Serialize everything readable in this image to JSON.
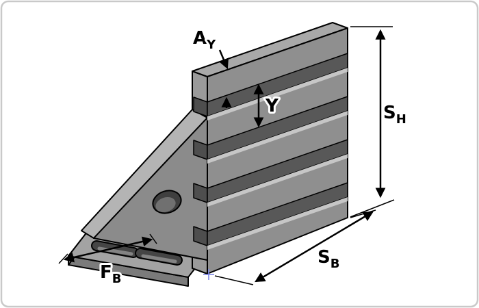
{
  "labels": {
    "ay": {
      "main": "A",
      "sub": "Y"
    },
    "y": {
      "main": "Y"
    },
    "sh": {
      "main": "S",
      "sub": "H"
    },
    "sb": {
      "main": "S",
      "sub": "B"
    },
    "fb": {
      "main": "F",
      "sub": "B"
    }
  },
  "colors": {
    "background": "#ffffff",
    "border": "#c9c9c9",
    "outline": "#000000",
    "plate_front": "#8f8f8f",
    "plate_top": "#a9a9a9",
    "plate_left": "#9a9a9a",
    "gusset_face": "#8b8b8b",
    "gusset_edge": "#b4b4b4",
    "base_top": "#a3a3a3",
    "base_front": "#7b7b7b",
    "base_left": "#8a8a8a",
    "slot_groove": "#585858",
    "slot_lip": "#c6c6c6",
    "slot_end": "#4e4e4e",
    "base_slot": "#454545",
    "base_slot_wall": "#838383",
    "hole": "#3f3f3f",
    "hole_wall": "#707070",
    "origin_marker": "#7b86e8"
  }
}
